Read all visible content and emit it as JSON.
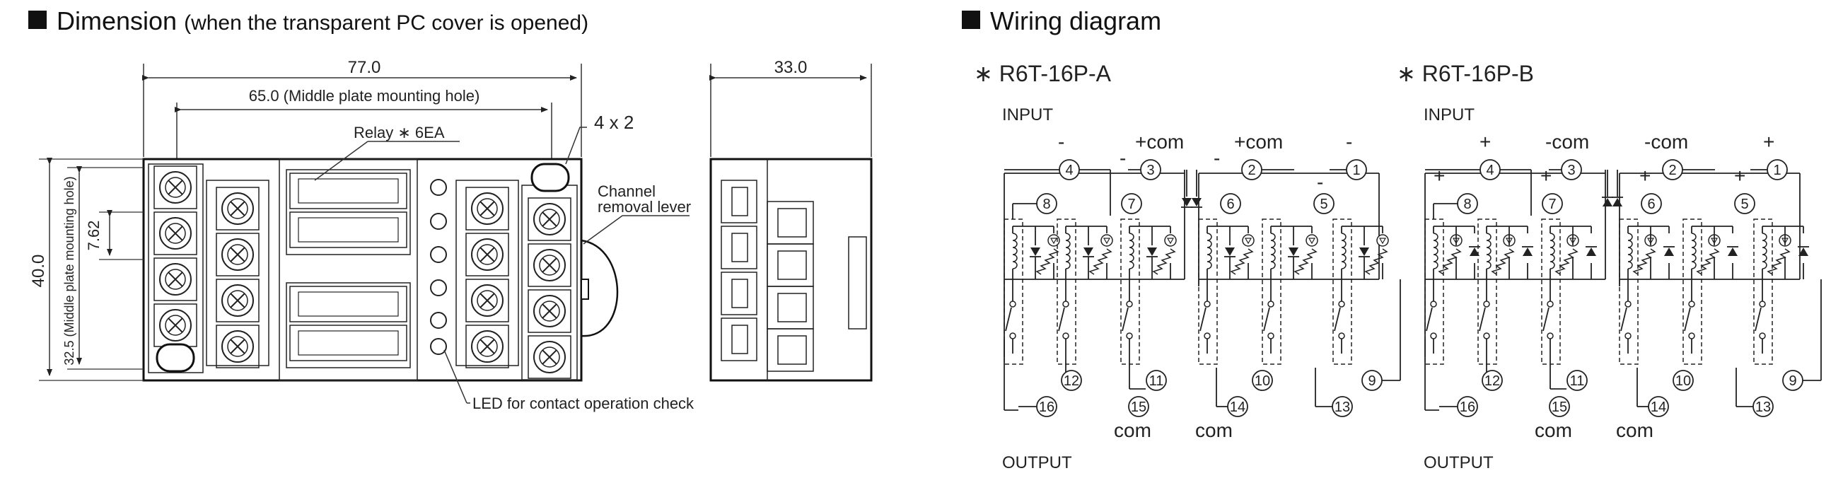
{
  "dimension": {
    "title": "Dimension",
    "subtitle": "(when the transparent PC cover is opened)",
    "width_overall": "77.0",
    "middle_plate_mount": "65.0 (Middle plate mounting hole)",
    "relay_label": "Relay ∗ 6EA",
    "hole_label": "4 x 2",
    "lever_label_1": "Channel",
    "lever_label_2": "removal lever",
    "height_overall": "40.0",
    "height_mount": "32.5 (Middle plate mounting hole)",
    "pitch": "7.62",
    "led_label": "LED for contact operation check",
    "side_width": "33.0"
  },
  "wiring": {
    "title": "Wiring diagram",
    "model_a": "∗ R6T-16P-A",
    "model_b": "∗ R6T-16P-B",
    "input_label": "INPUT",
    "output_label": "OUTPUT",
    "a_top": [
      "-",
      "-",
      "+com",
      "+com",
      "-"
    ],
    "a_top_side": [
      "-",
      "-",
      "-"
    ],
    "b_top": [
      "+",
      "-com",
      "-com",
      "+"
    ],
    "b_top_side": [
      "+",
      "+",
      "+",
      "+"
    ],
    "com": "com",
    "terminals_top": [
      "4",
      "3",
      "2",
      "1"
    ],
    "terminals_mid": [
      "8",
      "7",
      "6",
      "5"
    ],
    "terminals_bottom": [
      "16",
      "12",
      "15",
      "11",
      "14",
      "10",
      "13",
      "9"
    ]
  }
}
